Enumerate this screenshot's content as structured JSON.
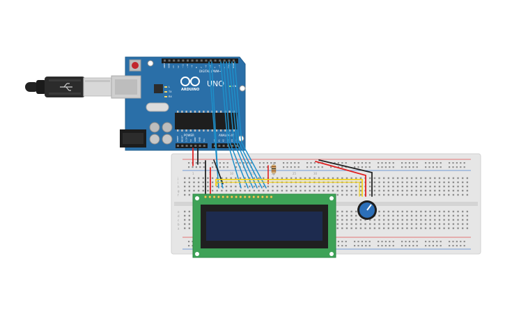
{
  "board": {
    "brand": "ARDUINO",
    "model": "UNO",
    "digital_label": "DIGITAL (PWM~)",
    "power_label": "POWER",
    "analog_label": "ANALOG IN",
    "on_label": "ON",
    "tx_label": "TX",
    "rx_label": "RX",
    "l_label": "L",
    "power_pins": [
      "IOREF",
      "RESET",
      "3.3V",
      "5V",
      "GND",
      "GND",
      "Vin"
    ],
    "analog_pins": [
      "A0",
      "A1",
      "A2",
      "A3",
      "A4",
      "A5"
    ],
    "digital_pins": [
      "AREF",
      "GND",
      "13",
      "12",
      "~11",
      "~10",
      "~9",
      "8",
      "7",
      "~6",
      "~5",
      "4",
      "~3",
      "2",
      "TX▸1",
      "RX◂0"
    ]
  },
  "breadboard": {
    "row_letters_top": [
      "j",
      "i",
      "h",
      "g",
      "f"
    ],
    "row_letters_bottom": [
      "e",
      "d",
      "c",
      "b",
      "a"
    ],
    "col_numbers": [
      "1",
      "5",
      "10",
      "15",
      "20",
      "25",
      "30"
    ]
  },
  "colors": {
    "board_blue": "#2a6fa8",
    "wire_blue": "#1e8fc9",
    "wire_red": "#e02020",
    "wire_black": "#222222",
    "wire_yellow": "#f2d21b",
    "lcd_green": "#3ea257",
    "lcd_screen": "#1d2b4f",
    "pot_blue": "#2c6fb8"
  }
}
